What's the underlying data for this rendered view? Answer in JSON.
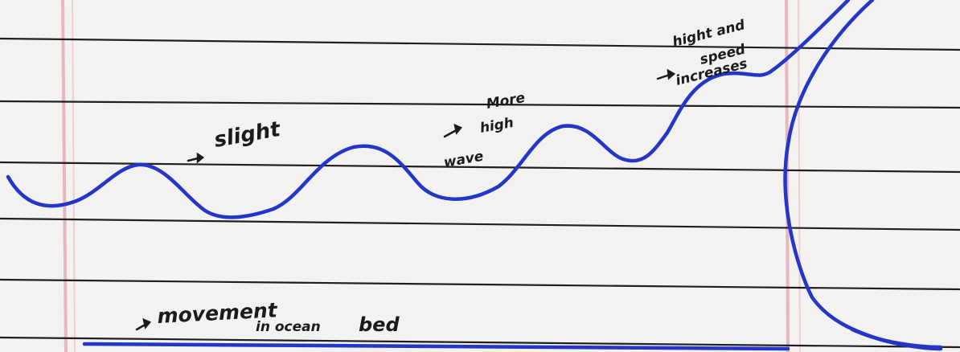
{
  "colors": {
    "paper": "#f3f2f0",
    "rule_line": "#1f1f1f",
    "margin_line": "#e7b7bf",
    "wave_ink": "#2336c8",
    "annotation_ink": "#1b1b1b"
  },
  "annotations": {
    "slight": "slight",
    "more_high_wave": [
      "More",
      "high",
      "wave"
    ],
    "hight_and_speed": [
      "hight and",
      "speed",
      "increases"
    ],
    "movement_main": "movement",
    "movement_sub": "in ocean",
    "movement_end": "bed"
  }
}
